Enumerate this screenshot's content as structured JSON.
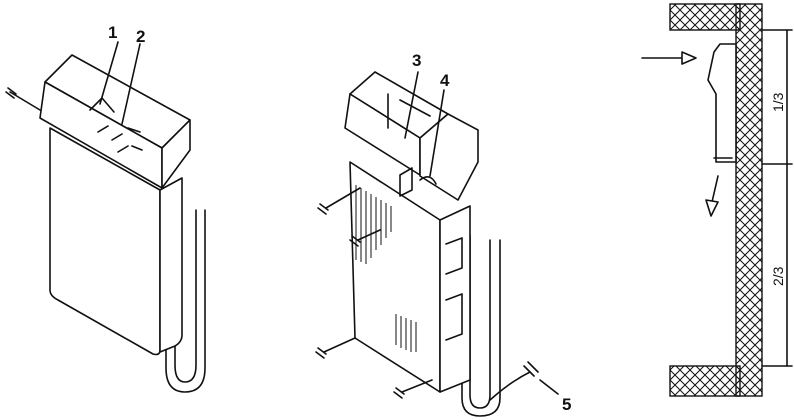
{
  "callouts": {
    "c1": "1",
    "c2": "2",
    "c3": "3",
    "c4": "4",
    "c5": "5"
  },
  "dimensions": {
    "upper": "1/3",
    "lower": "2/3"
  },
  "colors": {
    "ink": "#111111",
    "background": "#ffffff"
  }
}
